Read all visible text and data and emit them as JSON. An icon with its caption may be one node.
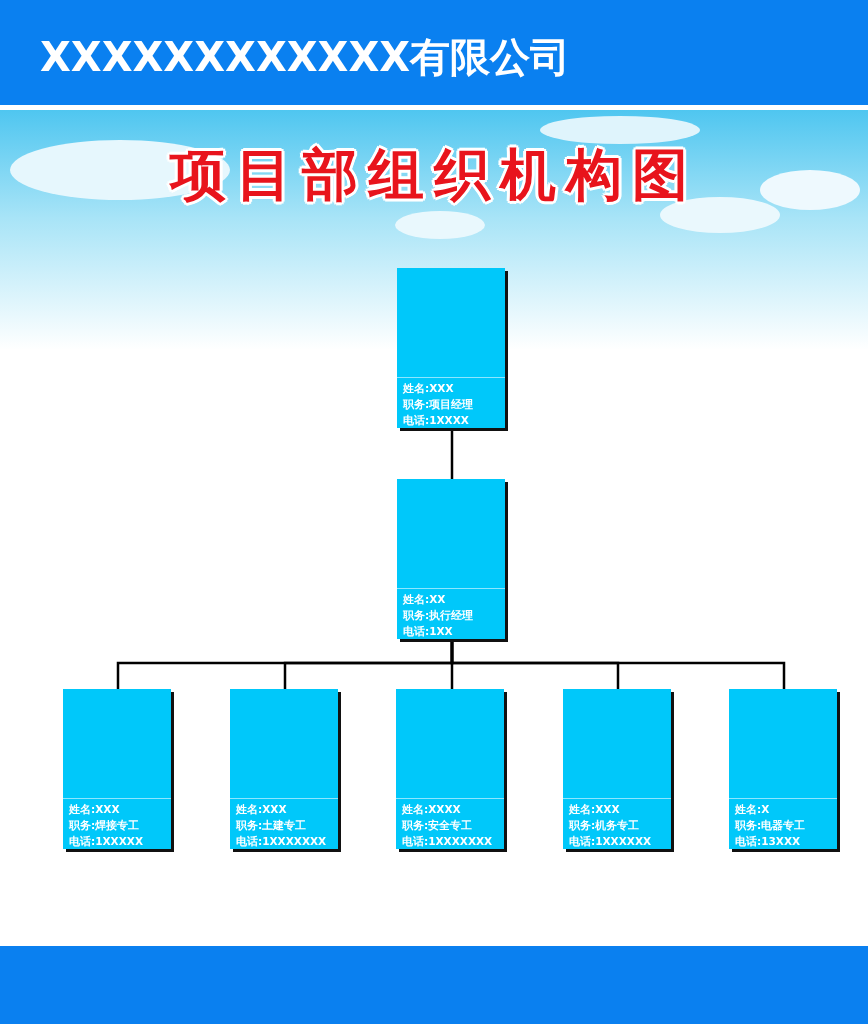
{
  "diagram": {
    "title": "项目部组织机构图",
    "nodes": [
      {
        "text": [
          "姓名:XXX",
          "职务:项目经理",
          "电话:1XXXX"
        ]
      },
      {
        "text": [
          "姓名:XX",
          "职务:执行经理",
          "电话:1XX"
        ]
      },
      {
        "text": [
          "姓名:XXX",
          "职务:焊接专工",
          "电话:1XXXXX"
        ]
      },
      {
        "text": [
          "姓名:XXX",
          "职务:土建专工",
          "电话:1XXXXXXX"
        ]
      },
      {
        "text": [
          "姓名:XXXX",
          "职务:安全专工",
          "电话:1XXXXXXX"
        ]
      },
      {
        "text": [
          "姓名:XXX",
          "职务:机务专工",
          "电话:1XXXXXX"
        ]
      },
      {
        "text": [
          "姓名:X",
          "职务:电器专工",
          "电话:13XXX"
        ]
      }
    ],
    "edges": [
      {
        "from": 0,
        "to": 1,
        "arrow": "none"
      },
      {
        "from": 1,
        "to": 2,
        "arrow": "none"
      },
      {
        "from": 1,
        "to": 3,
        "arrow": "none"
      },
      {
        "from": 1,
        "to": 4,
        "arrow": "none"
      },
      {
        "from": 1,
        "to": 5,
        "arrow": "none"
      },
      {
        "from": 1,
        "to": 6,
        "arrow": "none"
      }
    ],
    "labels": [
      "XXXXXXXXXXXX有限公司"
    ]
  }
}
